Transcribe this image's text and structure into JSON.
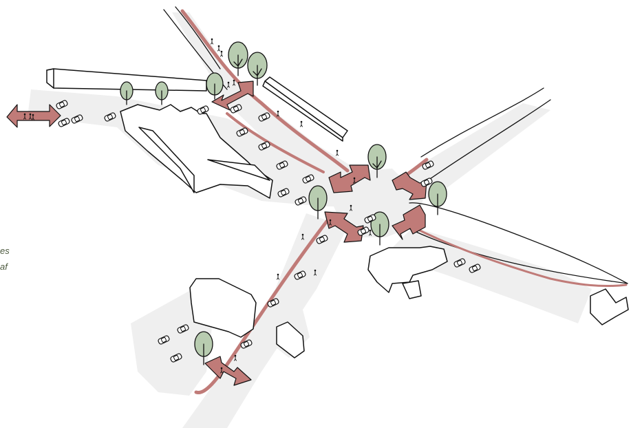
{
  "diagram": {
    "kind": "isometric-sketch-intersection-plan",
    "colors": {
      "paving": "#efefef",
      "pedestrian_route": "#c07b78",
      "tree_fill": "#b8ccb0",
      "outline": "#111111",
      "caption": "#4d5a3f"
    },
    "icons": [
      "tree-icon",
      "car-icon",
      "pedestrian-icon",
      "double-arrow-icon"
    ]
  },
  "captions": {
    "line1": "es",
    "line2": "af"
  }
}
